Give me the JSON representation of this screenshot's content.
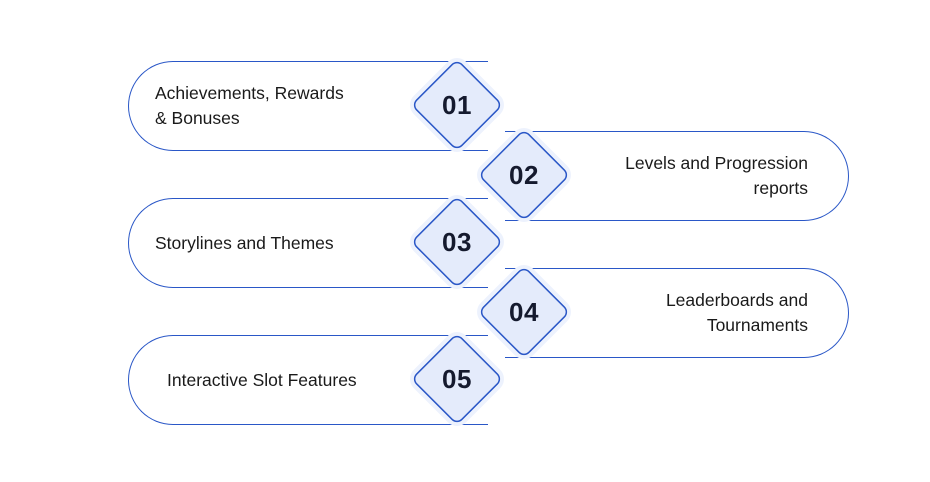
{
  "colors": {
    "accent": "#2a57c7",
    "diamond_fill": "#e4ebfb",
    "diamond_halo": "#edf2fd",
    "text": "#1a1a1a"
  },
  "steps": [
    {
      "number": "01",
      "label": "Achievements, Rewards\n& Bonuses",
      "side": "left"
    },
    {
      "number": "02",
      "label": "Levels and Progression\nreports",
      "side": "right"
    },
    {
      "number": "03",
      "label": "Storylines and Themes",
      "side": "left"
    },
    {
      "number": "04",
      "label": "Leaderboards and\nTournaments",
      "side": "right"
    },
    {
      "number": "05",
      "label": "Interactive Slot Features",
      "side": "left"
    }
  ]
}
